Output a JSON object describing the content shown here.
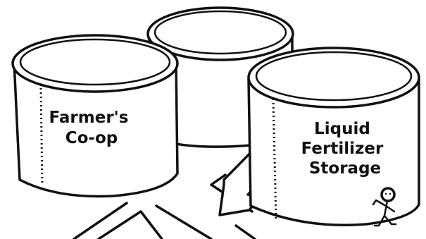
{
  "tanks": [
    {
      "id": "back",
      "lines": []
    },
    {
      "id": "farmers-coop",
      "lines": [
        "Farmer's",
        "Co-op"
      ]
    },
    {
      "id": "liquid-fertilizer-storage",
      "lines": [
        "Liquid",
        "Fertilizer",
        "Storage"
      ]
    }
  ],
  "colors": {
    "ink": "#111111",
    "fill": "#ffffff"
  },
  "figure": {
    "icon": "stick-figure-icon"
  },
  "arrow": {
    "icon": "down-left-arrow-icon"
  }
}
